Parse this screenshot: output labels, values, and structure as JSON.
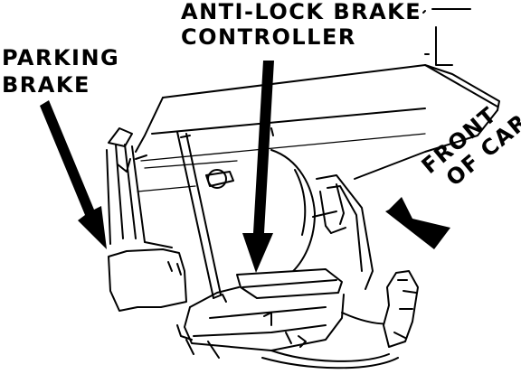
{
  "labels": {
    "abs_controller_line1": "ANTI-LOCK BRAKE",
    "abs_controller_line2": "CONTROLLER",
    "parking_brake_line1": "PARKING",
    "parking_brake_line2": "BRAKE",
    "front_line1": "FRONT",
    "front_line2": "OF CAR"
  },
  "colors": {
    "ink": "#000000",
    "paper": "#ffffff"
  }
}
